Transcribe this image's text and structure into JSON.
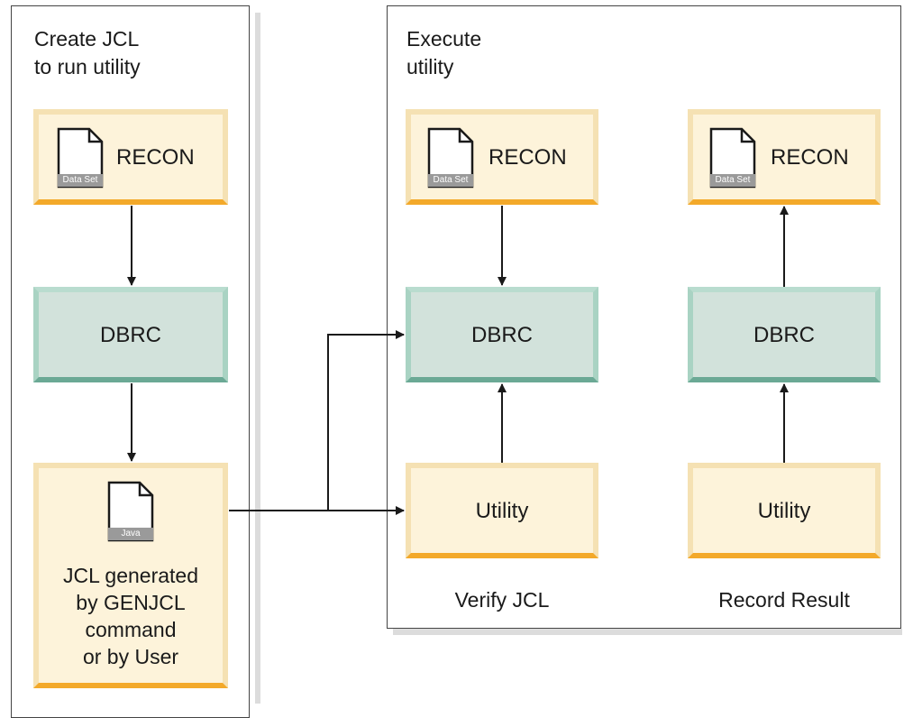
{
  "left_panel": {
    "title_line1": "Create JCL",
    "title_line2": "to run utility",
    "recon": {
      "label": "RECON",
      "icon": "data-set-icon",
      "icon_tag": "Data Set"
    },
    "dbrc": {
      "label": "DBRC"
    },
    "jcl": {
      "icon": "java-file-icon",
      "icon_tag": "Java",
      "lines": [
        "JCL generated",
        "by GENJCL",
        "command",
        "or by User"
      ]
    }
  },
  "right_panel": {
    "title_line1": "Execute",
    "title_line2": "utility",
    "verify": {
      "recon": {
        "label": "RECON",
        "icon": "data-set-icon",
        "icon_tag": "Data Set"
      },
      "dbrc": {
        "label": "DBRC"
      },
      "utility": {
        "label": "Utility"
      },
      "caption": "Verify JCL"
    },
    "record": {
      "recon": {
        "label": "RECON",
        "icon": "data-set-icon",
        "icon_tag": "Data Set"
      },
      "dbrc": {
        "label": "DBRC"
      },
      "utility": {
        "label": "Utility"
      },
      "caption": "Record Result"
    }
  },
  "colors": {
    "yellow_fill": "#fdf3da",
    "yellow_edge": "#f3a92a",
    "teal_fill": "#d2e2db",
    "teal_edge": "#6ba995",
    "arrow": "#1a1a1a"
  }
}
